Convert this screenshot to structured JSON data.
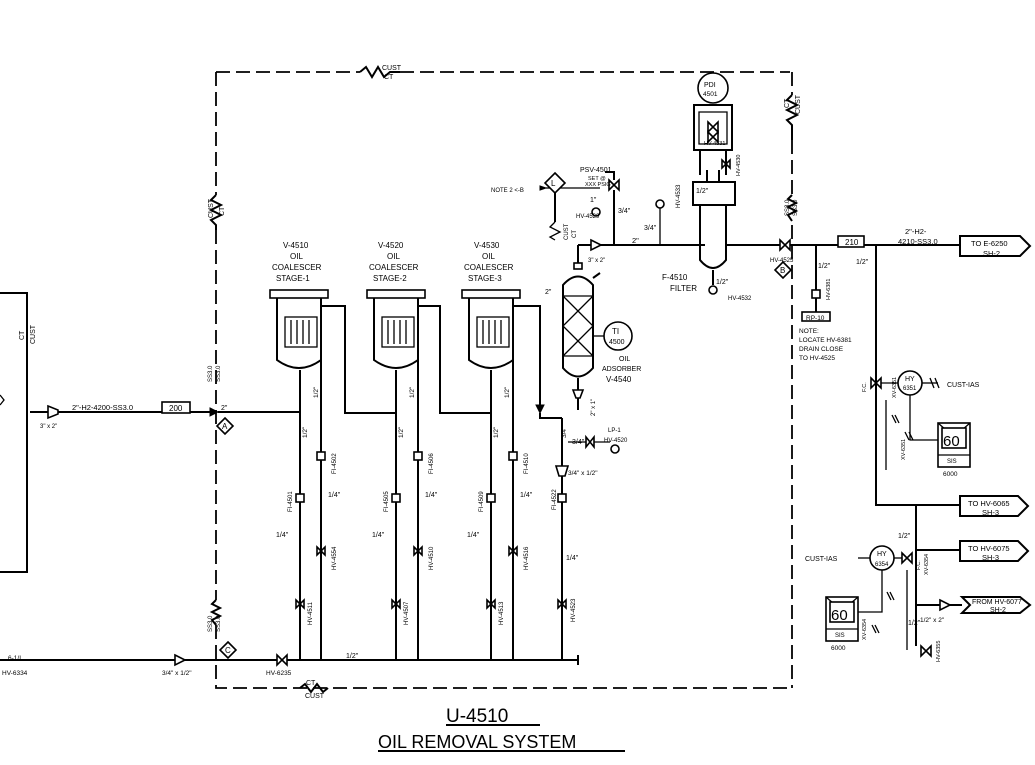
{
  "title": {
    "unit": "U-4510",
    "name": "OIL REMOVAL SYSTEM"
  },
  "boundary": {
    "cust_top": "CUST",
    "ct_top": "CT",
    "cust_left": "CUST",
    "ct_left": "CT",
    "ct_right": "CT",
    "cust_right": "CUST",
    "ct_bottom": "CT",
    "cust_bottom": "CUST",
    "ct_far_left": "CT",
    "cust_far_left": "CUST"
  },
  "spec": {
    "s1": "SS3.0",
    "s2": "SS3.0",
    "s3": "SS3.0",
    "s4": "SS3.0",
    "s5": "SS3.0",
    "s6": "SS3.0"
  },
  "inlet": {
    "line_label": "2\"-H2-4200-SS3.0",
    "box": "200",
    "reducer": "3\" x 2\"",
    "size": "2\"",
    "node": "A"
  },
  "coalescers": [
    {
      "tag": "V-4510",
      "name": "OIL",
      "desc": "COALESCER",
      "stage": "STAGE-1",
      "drain": "1/2\"",
      "vent": "1/2\"",
      "fi": "FI-4501",
      "fi2": "FI-4502",
      "hv": "HV-4511",
      "hv2": "HV-4554",
      "d1": "1/4\"",
      "d2": "1/4\""
    },
    {
      "tag": "V-4520",
      "name": "OIL",
      "desc": "COALESCER",
      "stage": "STAGE-2",
      "drain": "1/2\"",
      "vent": "1/2\"",
      "fi": "FI-4505",
      "fi2": "FI-4506",
      "hv": "HV-4507",
      "hv2": "HV-4510",
      "d1": "1/4\"",
      "d2": "1/4\""
    },
    {
      "tag": "V-4530",
      "name": "OIL",
      "desc": "COALESCER",
      "stage": "STAGE-3",
      "drain": "1/2\"",
      "vent": "1/2\"",
      "fi": "FI-4509",
      "fi2": "FI-4510",
      "hv": "HV-4513",
      "hv2": "HV-4516",
      "d1": "1/4\"",
      "d2": "1/4\""
    }
  ],
  "adsorber": {
    "tag": "V-4540",
    "name": "OIL",
    "desc": "ADSORBER",
    "ti": "TI",
    "ti_num": "4500",
    "top": "2\"",
    "bottom_red": "2\" x 1\"",
    "size": "3/4\"",
    "hv": "HV-4520",
    "lp": "LP-1",
    "reducer": "3/4\" x 1/2\"",
    "fi": "FI-4522",
    "hv2": "HV-4523",
    "drain": "1/4\""
  },
  "psv": {
    "tag": "PSV-4501",
    "set": "SET @",
    "set2": "XXX PSIG",
    "note": "NOTE 2 <-B",
    "size": "1\"",
    "size2": "3/4\"",
    "hv": "HV-4529",
    "cust": "CUST",
    "ct": "CT",
    "node": "L",
    "reducer": "3\" x 2\"",
    "line": "2\""
  },
  "filter": {
    "tag": "F-4510",
    "desc": "FILTER",
    "pdi": "PDI",
    "pdi_num": "4501",
    "hv_top": "HV-4531",
    "hv_side": "HV-4530",
    "size": "1/2\"",
    "size2": "3/4\"",
    "hv_vent": "HV-4533",
    "drain": "1/2\"",
    "hv_drain": "HV-4532"
  },
  "outlet": {
    "hv": "HV-4525",
    "node": "B",
    "box": "210",
    "line1": "2\"-H2-",
    "line2": "4210-SS3.0",
    "dest": "TO E-6250",
    "sheet": "SH-2",
    "size": "1/2\"",
    "size2": "1/2\"",
    "hv_vent": "HV-6381",
    "plug": "RP-10"
  },
  "note": {
    "l1": "NOTE:",
    "l2": "LOCATE HV-6381",
    "l3": "DRAIN CLOSE",
    "l4": "TO HV-4525"
  },
  "hy_upper": {
    "fc": "F.C.",
    "valve": "XV-6351",
    "tag": "HY",
    "num": "6351",
    "cust": "CUST-IAS",
    "xv": "XV-6351",
    "sis": "60",
    "sis_sub": "SIS",
    "sis_num": "6000"
  },
  "hy_lower": {
    "fc": "F.C.",
    "valve": "XV-6354",
    "tag": "HY",
    "num": "6354",
    "cust": "CUST-IAS",
    "xv": "XV-6354",
    "sis": "60",
    "sis_sub": "SIS",
    "sis_num": "6000",
    "size": "1/2\"",
    "size2": "1/2\"",
    "reducer": "1/2\" x 2\"",
    "hv": "HV-6355"
  },
  "branches": [
    {
      "dest": "TO HV-6065",
      "sheet": "SH-3"
    },
    {
      "dest": "TO HV-6075",
      "sheet": "SH-3"
    }
  ],
  "from_box": {
    "dest": "FROM HV-6077",
    "sheet": "SH-2"
  },
  "drain_header": {
    "node": "C",
    "hv": "HV-6235",
    "size": "1/2\"",
    "reducer": "3/4\" x 1/2\"",
    "left_label": "6-1/I",
    "left_hv": "HV-6334"
  }
}
